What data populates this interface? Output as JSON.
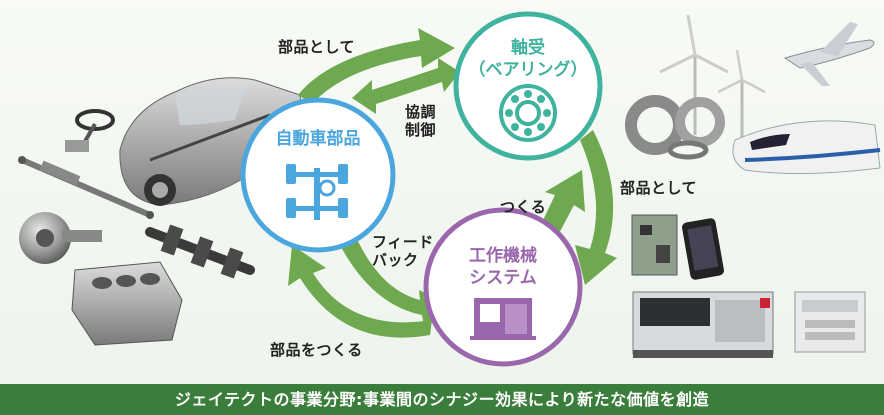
{
  "nodes": {
    "auto_parts": {
      "label": "自動車部品"
    },
    "bearing": {
      "label_line1": "軸受",
      "label_line2": "（ベアリング）"
    },
    "machine_tools": {
      "label_line1": "工作機械",
      "label_line2": "システム"
    }
  },
  "arrows": {
    "top_left": "部品として",
    "middle_upper_line1": "協調",
    "middle_upper_line2": "制御",
    "right": "部品として",
    "middle_lower": "つくる",
    "feedback_line1": "フィード",
    "feedback_line2": "バック",
    "bottom_left": "部品をつくる"
  },
  "footer": {
    "caption": "ジェイテクトの事業分野:事業間のシナジー効果により新たな価値を創造"
  },
  "colors": {
    "arrow_green": "#6ea84f",
    "auto_blue": "#4aa6dd",
    "bearing_teal": "#3fb39e",
    "machine_purple": "#9a67ad",
    "footer_green": "#3b7d3a"
  },
  "icons": [
    "car-chassis-icon",
    "bearing-icon",
    "machine-tool-icon"
  ]
}
